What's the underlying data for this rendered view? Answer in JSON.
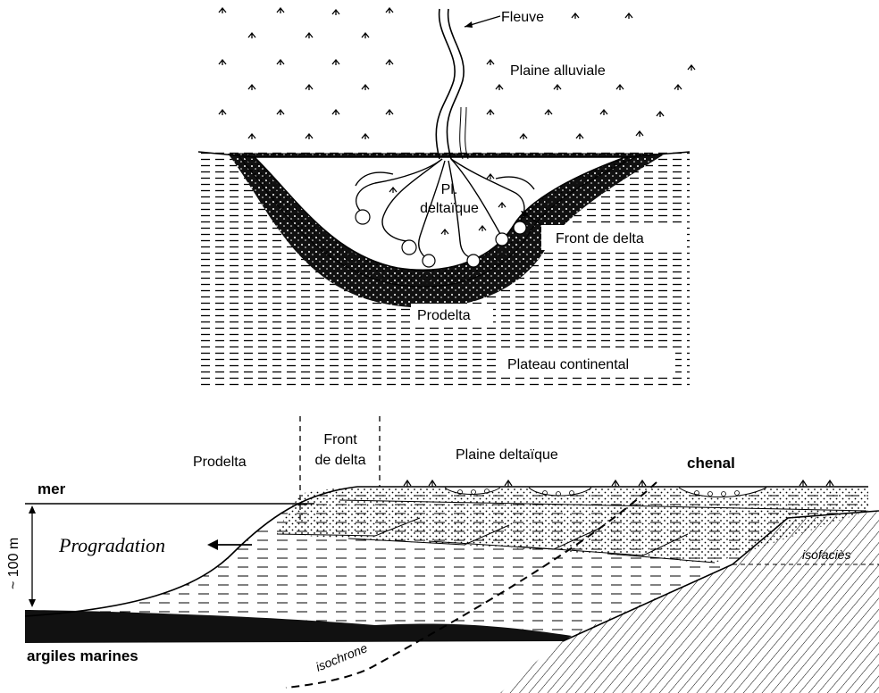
{
  "map_view": {
    "labels": {
      "fleuve": "Fleuve",
      "plaine_alluviale": "Plaine alluviale",
      "pl_deltaique_line1": "Pl.",
      "pl_deltaique_line2": "deltaïque",
      "front_de_delta": "Front de delta",
      "prodelta": "Prodelta",
      "plateau_continental": "Plateau continental"
    }
  },
  "section_view": {
    "labels": {
      "prodelta": "Prodelta",
      "front_line1": "Front",
      "front_line2": "de delta",
      "plaine_deltaique": "Plaine deltaïque",
      "chenal": "chenal",
      "mer": "mer",
      "depth": "~ 100 m",
      "progradation": "Progradation",
      "isofacies": "isofaciès",
      "argiles_marines": "argiles marines",
      "isochrone": "isochrone"
    }
  }
}
